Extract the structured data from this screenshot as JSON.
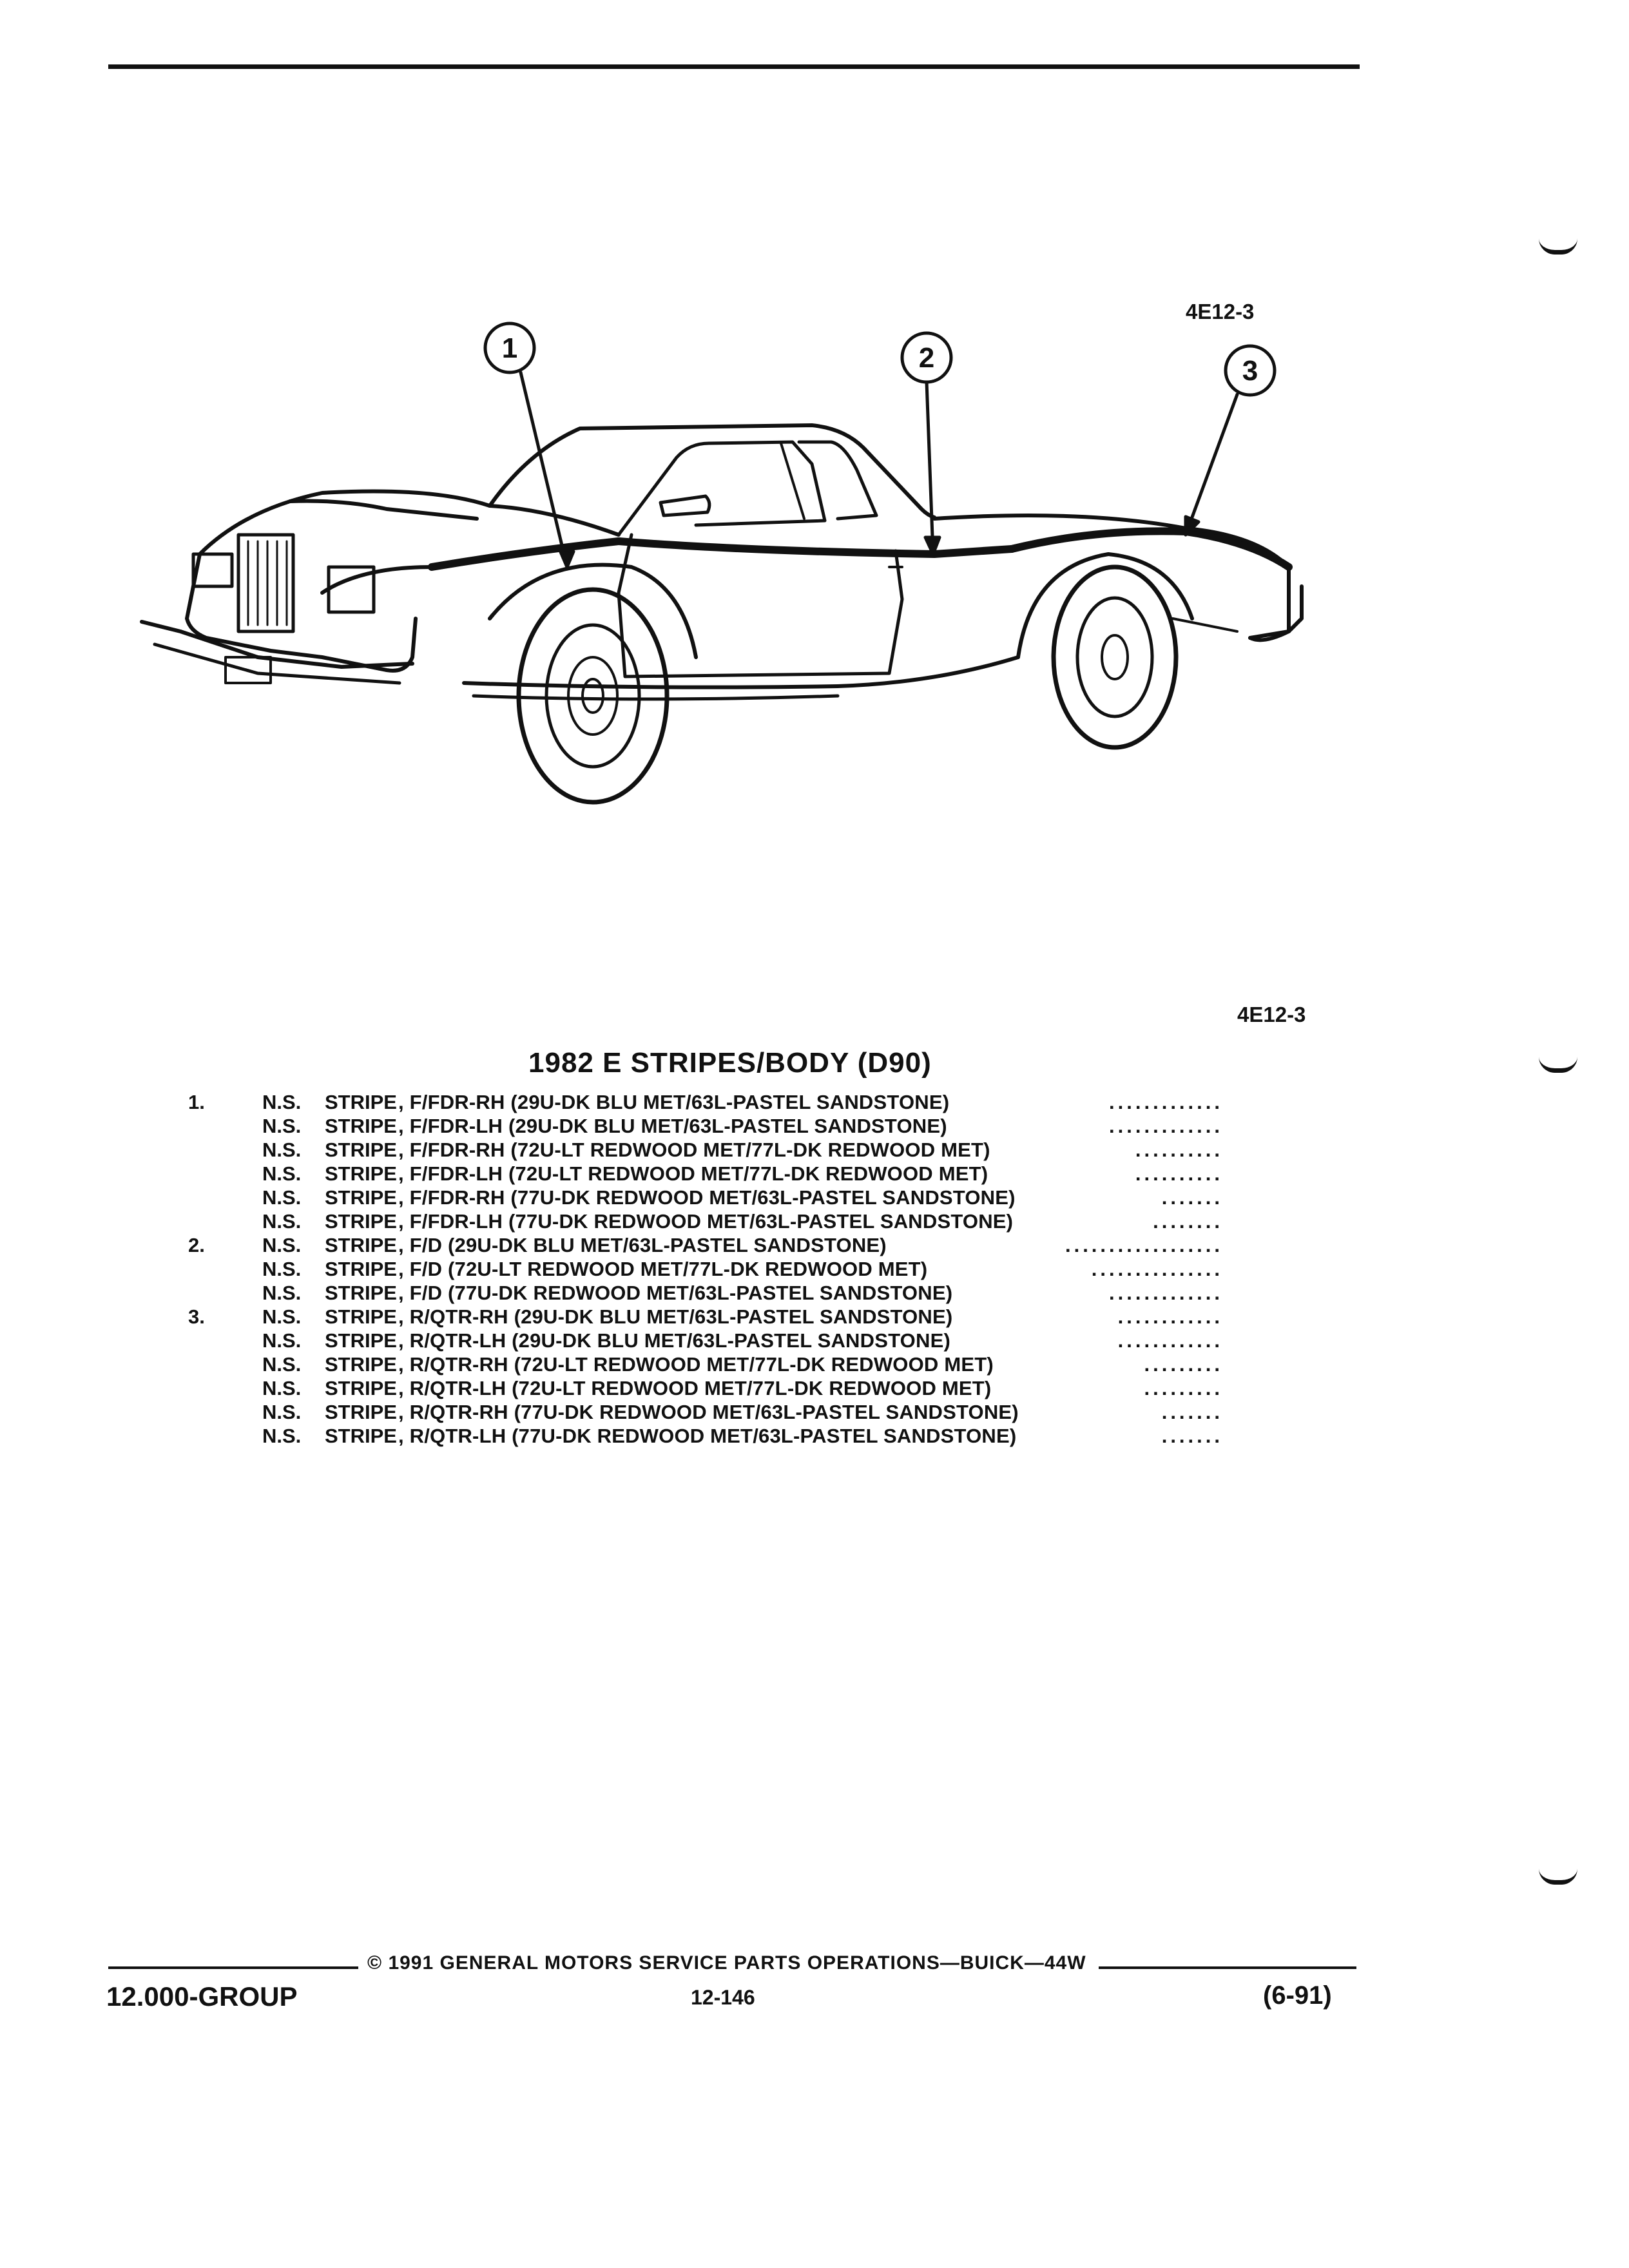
{
  "figure": {
    "id_top": "4E12-3",
    "id_bottom": "4E12-3",
    "callouts": [
      "1",
      "2",
      "3"
    ]
  },
  "title": "1982 E STRIPES/BODY (D90)",
  "parts": [
    {
      "num": "1.",
      "ns": "N.S.",
      "name": "STRIPE",
      "desc": ", F/FDR-RH (29U-DK BLU MET/63L-PASTEL SANDSTONE)",
      "dots": "............."
    },
    {
      "num": "",
      "ns": "N.S.",
      "name": "STRIPE",
      "desc": ", F/FDR-LH (29U-DK BLU MET/63L-PASTEL SANDSTONE)",
      "dots": "............."
    },
    {
      "num": "",
      "ns": "N.S.",
      "name": "STRIPE",
      "desc": ", F/FDR-RH (72U-LT REDWOOD MET/77L-DK REDWOOD MET)",
      "dots": ".........."
    },
    {
      "num": "",
      "ns": "N.S.",
      "name": "STRIPE",
      "desc": ", F/FDR-LH (72U-LT REDWOOD MET/77L-DK REDWOOD MET)",
      "dots": ".........."
    },
    {
      "num": "",
      "ns": "N.S.",
      "name": "STRIPE",
      "desc": ", F/FDR-RH (77U-DK REDWOOD MET/63L-PASTEL SANDSTONE)",
      "dots": "......."
    },
    {
      "num": "",
      "ns": "N.S.",
      "name": "STRIPE",
      "desc": ", F/FDR-LH (77U-DK REDWOOD MET/63L-PASTEL SANDSTONE)",
      "dots": "........"
    },
    {
      "num": "2.",
      "ns": "N.S.",
      "name": "STRIPE",
      "desc": ", F/D (29U-DK BLU MET/63L-PASTEL SANDSTONE)",
      "dots": ".................."
    },
    {
      "num": "",
      "ns": "N.S.",
      "name": "STRIPE",
      "desc": ", F/D (72U-LT REDWOOD MET/77L-DK REDWOOD MET)",
      "dots": "..............."
    },
    {
      "num": "",
      "ns": "N.S.",
      "name": "STRIPE",
      "desc": ", F/D (77U-DK REDWOOD MET/63L-PASTEL SANDSTONE)",
      "dots": "............."
    },
    {
      "num": "3.",
      "ns": "N.S.",
      "name": "STRIPE",
      "desc": ", R/QTR-RH (29U-DK BLU MET/63L-PASTEL SANDSTONE)",
      "dots": "............"
    },
    {
      "num": "",
      "ns": "N.S.",
      "name": "STRIPE",
      "desc": ", R/QTR-LH (29U-DK BLU MET/63L-PASTEL SANDSTONE)",
      "dots": "............"
    },
    {
      "num": "",
      "ns": "N.S.",
      "name": "STRIPE",
      "desc": ", R/QTR-RH (72U-LT REDWOOD MET/77L-DK REDWOOD MET)",
      "dots": "........."
    },
    {
      "num": "",
      "ns": "N.S.",
      "name": "STRIPE",
      "desc": ", R/QTR-LH (72U-LT REDWOOD MET/77L-DK REDWOOD MET)",
      "dots": "........."
    },
    {
      "num": "",
      "ns": "N.S.",
      "name": "STRIPE",
      "desc": ", R/QTR-RH (77U-DK REDWOOD MET/63L-PASTEL SANDSTONE)",
      "dots": "......."
    },
    {
      "num": "",
      "ns": "N.S.",
      "name": "STRIPE",
      "desc": ", R/QTR-LH (77U-DK REDWOOD MET/63L-PASTEL SANDSTONE)",
      "dots": "......."
    }
  ],
  "footer": {
    "copyright": "© 1991 GENERAL MOTORS SERVICE PARTS OPERATIONS—BUICK—44W",
    "group": "12.000-GROUP",
    "page": "12-146",
    "date": "(6-91)"
  }
}
